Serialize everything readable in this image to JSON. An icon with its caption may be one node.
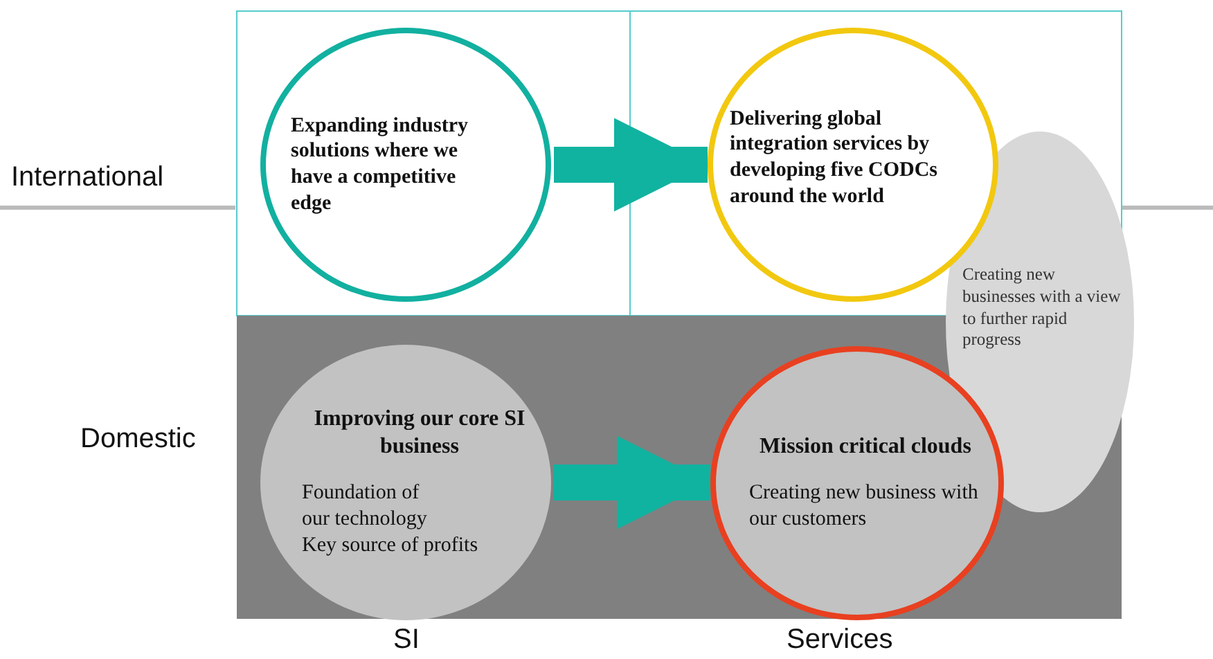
{
  "diagram": {
    "nodes": [
      {
        "text": [
          "Expanding industry solutions where we have a competitive edge"
        ]
      },
      {
        "text": [
          "Delivering global integration services by developing five CODCs around the world"
        ]
      },
      {
        "text": [
          "Creating new businesses with a view to further rapid progress"
        ]
      },
      {
        "text": [
          "Improving our core SI business",
          "Foundation of our technology",
          "Key source of profits"
        ]
      },
      {
        "text": [
          "Mission critical clouds",
          "Creating new business with our customers"
        ]
      }
    ],
    "edges": [
      {
        "from": 0,
        "to": 1,
        "arrow": "to"
      },
      {
        "from": 3,
        "to": 4,
        "arrow": "to"
      }
    ],
    "labels": [
      "International",
      "Domestic",
      "SI",
      "Services"
    ]
  }
}
